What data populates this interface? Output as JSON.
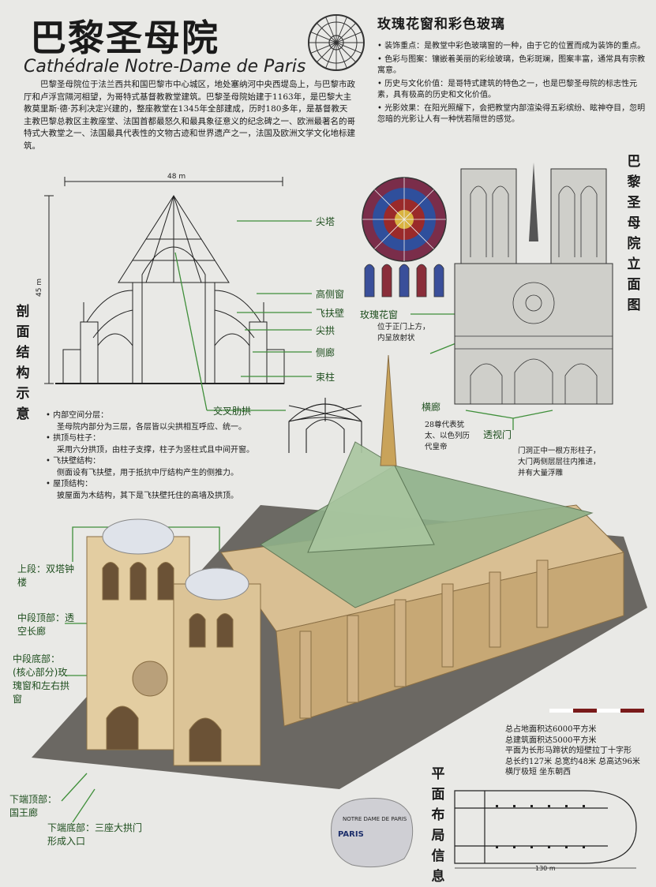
{
  "title": "巴黎圣母院",
  "subtitle": "Cathédrale Notre-Dame de Paris",
  "intro": "巴黎圣母院位于法兰西共和国巴黎市中心城区，地处塞纳河中央西堤岛上，与巴黎市政厅和卢浮宫隔河相望，为哥特式基督教教堂建筑。巴黎圣母院始建于1163年，是巴黎大主教莫里斯·德·苏利决定兴建的，整座教堂在1345年全部建成，历时180多年，是基督教天主教巴黎总教区主教座堂、法国首都最怒久和最具象征意义的纪念碑之一、欧洲最著名的哥特式大教堂之一、法国最具代表性的文物古迹和世界遗产之一，法国及欧洲文学文化地标建筑。",
  "rose_section": {
    "title": "玫瑰花窗和彩色玻璃",
    "points": [
      "• 装饰重点：是教堂中彩色玻璃窗的一种，由于它的位置而成为装饰的重点。",
      "• 色彩与图案：镶嵌着美丽的彩绘玻璃，色彩斑斓，图案丰富，通常具有宗教寓意。",
      "• 历史与文化价值：是哥特式建筑的特色之一，也是巴黎圣母院的标志性元素，具有极高的历史和文化价值。",
      "• 光影效果：在阳光照耀下，会把教堂内部渲染得五彩缤纷、眩神夺目，忽明忽暗的光影让人有一种恍若隔世的感觉。"
    ]
  },
  "section_diagram": {
    "vertical_title": "剖面结构示意",
    "width_label": "48 m",
    "height_label": "45 m",
    "labels": [
      "尖塔",
      "高侧窗",
      "飞扶壁",
      "尖拱",
      "侧廊",
      "束柱",
      "交叉肋拱"
    ]
  },
  "elevation": {
    "vertical_title": "巴黎圣母院立面图",
    "rose_label": "玫瑰花窗",
    "rose_note": "位于正门上方，内呈放射状",
    "gallery_label": "横廊",
    "gallery_note": "28尊代表犹太、以色列历代皇帝",
    "portal_label": "透视门",
    "portal_note": "门洞正中一根方形柱子，大门两侧层层往内推进，并有大量浮雕"
  },
  "structure": [
    {
      "head": "• 内部空间分层：",
      "body": "圣母院内部分为三层，各层皆以尖拱相互呼应、统一。"
    },
    {
      "head": "• 拱顶与柱子：",
      "body": "采用六分拱顶，由柱子支撑，柱子为竖柱式且中间开窗。"
    },
    {
      "head": "• 飞扶壁结构：",
      "body": "侧面设有飞扶壁，用于抵抗中厅结构产生的侧推力。"
    },
    {
      "head": "• 屋顶结构：",
      "body": "披屋面为木结构，其下是飞扶壁托住的高墙及拱顶。"
    }
  ],
  "facade_labels": [
    "上段：双塔钟楼",
    "中段顶部：透空长廊",
    "中段底部：(核心部分)玫瑰窗和左右拱窗",
    "下端顶部：国王廊",
    "下端底部：三座大拱门形成入口"
  ],
  "plan": {
    "vertical_title": "平面布局信息",
    "info": [
      "总占地面积达6000平方米",
      "总建筑面积达5000平方米",
      "平面为长形马蹄状的短壁拉丁十字形",
      "总长约127米 总宽约48米 总高达96米",
      "横厅极短 坐东朝西"
    ],
    "length_label": "130 m"
  },
  "map_badge": {
    "line1": "NOTRE DAME DE PARIS",
    "line2": "PARIS"
  },
  "colors": {
    "background": "#e9e9e6",
    "label_green": "#1e4e1e",
    "leader_green": "#3f8f3a",
    "stone": "#d9bf93",
    "roof_glass": "#8fb18a"
  }
}
